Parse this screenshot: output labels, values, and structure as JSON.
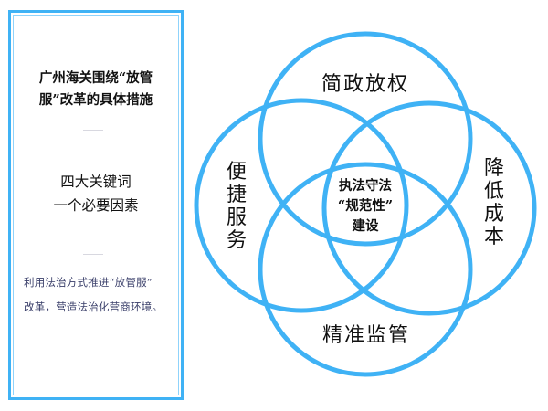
{
  "panel": {
    "title_line1": "广州海关围绕“放管",
    "title_line2": "服”改革的具体措施",
    "keywords_line1": "四大关键词",
    "keywords_line2": "一个必要因素",
    "desc_line1": "利用法治方式推进“放管服”",
    "desc_line2": "改革，营造法治化营商环境。"
  },
  "venn": {
    "circle_color": "#3fb2f5",
    "top_label": "简政放权",
    "left_label": [
      "便",
      "捷",
      "服",
      "务"
    ],
    "right_label": [
      "降",
      "低",
      "成",
      "本"
    ],
    "bottom_label": "精准监管",
    "center_line1": "执法守法",
    "center_line2": "“规范性”",
    "center_line3": "建设"
  }
}
